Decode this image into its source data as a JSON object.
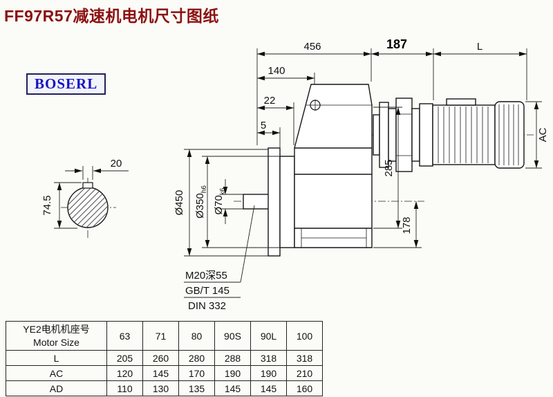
{
  "page": {
    "title": "FF97R57减速机电机尺寸图纸",
    "brand": "BOSERL"
  },
  "drawing": {
    "dimensions": {
      "overall_456": "456",
      "adapter_187": "187",
      "motor_length": "L",
      "housing_140": "140",
      "face_22": "22",
      "face_5": "5",
      "motor_height_ac": "AC",
      "center_height_285": "285",
      "bottom_178": "178",
      "flange_dia": "Ø450",
      "spigot_dia": "Ø350",
      "spigot_tol": "h6",
      "shaft_dia": "Ø70",
      "shaft_tol": "k6",
      "key_width": "20",
      "shaft_key_height": "74.5"
    },
    "callouts": {
      "thread": "M20深55",
      "standard1": "GB/T 145",
      "standard2": "DIN 332"
    }
  },
  "table": {
    "header": {
      "cn": "YE2电机机座号",
      "en": "Motor Size"
    },
    "columns": [
      "63",
      "71",
      "80",
      "90S",
      "90L",
      "100"
    ],
    "rows": [
      {
        "label": "L",
        "values": [
          "205",
          "260",
          "280",
          "288",
          "318",
          "318"
        ]
      },
      {
        "label": "AC",
        "values": [
          "120",
          "145",
          "170",
          "190",
          "190",
          "210"
        ]
      },
      {
        "label": "AD",
        "values": [
          "110",
          "130",
          "135",
          "145",
          "145",
          "160"
        ]
      }
    ]
  }
}
